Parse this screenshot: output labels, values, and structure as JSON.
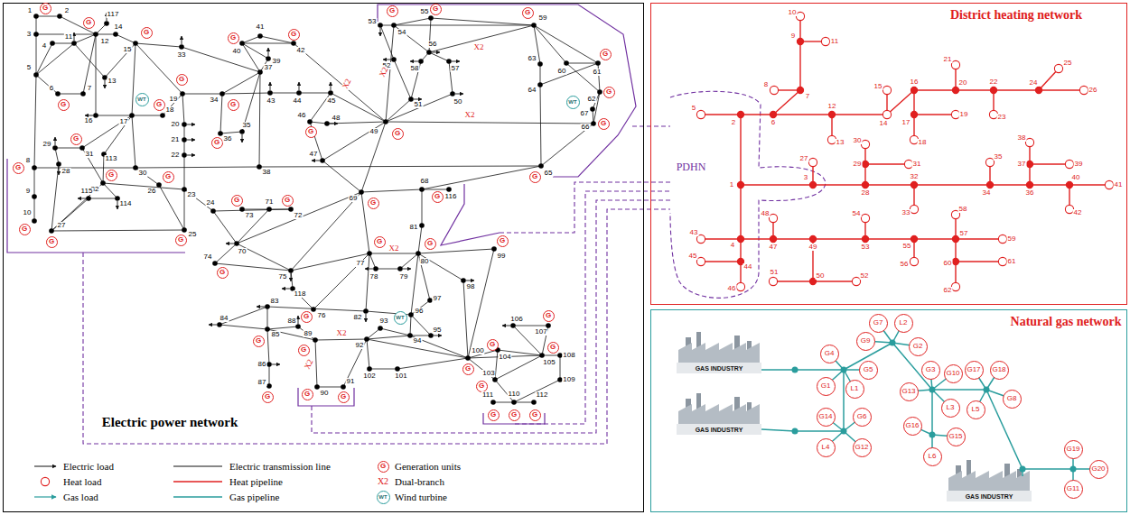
{
  "diagram": {
    "nodes": [
      {
        "text": [
          "Electric power network"
        ]
      },
      {
        "text": [
          "District heating network"
        ]
      },
      {
        "text": [
          "Natural gas network"
        ]
      },
      {
        "text": [
          "G"
        ],
        "in": 0
      },
      {
        "text": [
          "G"
        ],
        "in": 0
      },
      {
        "text": [
          "G"
        ],
        "in": 0
      },
      {
        "text": [
          "G"
        ],
        "in": 0
      },
      {
        "text": [
          "G"
        ],
        "in": 0
      },
      {
        "text": [
          "G"
        ],
        "in": 0
      },
      {
        "text": [
          "G"
        ],
        "in": 0
      },
      {
        "text": [
          "G"
        ],
        "in": 0
      },
      {
        "text": [
          "G"
        ],
        "in": 0
      },
      {
        "text": [
          "G"
        ],
        "in": 0
      },
      {
        "text": [
          "G"
        ],
        "in": 0
      },
      {
        "text": [
          "G"
        ],
        "in": 0
      },
      {
        "text": [
          "G"
        ],
        "in": 0
      },
      {
        "text": [
          "G"
        ],
        "in": 0
      },
      {
        "text": [
          "G"
        ],
        "in": 0
      },
      {
        "text": [
          "G"
        ],
        "in": 0
      },
      {
        "text": [
          "G"
        ],
        "in": 0
      },
      {
        "text": [
          "G"
        ],
        "in": 0
      },
      {
        "text": [
          "G"
        ],
        "in": 0
      },
      {
        "text": [
          "G"
        ],
        "in": 0
      },
      {
        "text": [
          "G"
        ],
        "in": 0
      },
      {
        "text": [
          "G"
        ],
        "in": 0
      },
      {
        "text": [
          "G"
        ],
        "in": 0
      },
      {
        "text": [
          "G"
        ],
        "in": 0
      },
      {
        "text": [
          "G"
        ],
        "in": 0
      },
      {
        "text": [
          "G"
        ],
        "in": 0
      },
      {
        "text": [
          "G"
        ],
        "in": 0
      },
      {
        "text": [
          "G"
        ],
        "in": 0
      },
      {
        "text": [
          "G"
        ],
        "in": 0
      },
      {
        "text": [
          "G"
        ],
        "in": 0
      },
      {
        "text": [
          "G"
        ],
        "in": 0
      },
      {
        "text": [
          "G"
        ],
        "in": 0
      },
      {
        "text": [
          "G"
        ],
        "in": 0
      },
      {
        "text": [
          "G"
        ],
        "in": 0
      },
      {
        "text": [
          "G"
        ],
        "in": 0
      },
      {
        "text": [
          "G"
        ],
        "in": 0
      },
      {
        "text": [
          "G"
        ],
        "in": 0
      },
      {
        "text": [
          "G"
        ],
        "in": 0
      },
      {
        "text": [
          "G"
        ],
        "in": 0
      },
      {
        "text": [
          "G"
        ],
        "in": 0
      },
      {
        "text": [
          "G"
        ],
        "in": 0
      },
      {
        "text": [
          "G"
        ],
        "in": 0
      },
      {
        "text": [
          "G"
        ],
        "in": 0
      },
      {
        "text": [
          "G"
        ],
        "in": 0
      },
      {
        "text": [
          "G"
        ],
        "in": 0
      },
      {
        "text": [
          "G"
        ],
        "in": 0
      },
      {
        "text": [
          "G"
        ],
        "in": 0
      },
      {
        "text": [
          "G"
        ],
        "in": 0
      },
      {
        "text": [
          "WT"
        ],
        "in": 0
      },
      {
        "text": [
          "WT"
        ],
        "in": 0
      },
      {
        "text": [
          "WT"
        ],
        "in": 0
      },
      {
        "text": [
          "G"
        ],
        "in": 0
      },
      {
        "text": [
          "WT"
        ],
        "in": 0
      },
      {
        "text": [
          "G7"
        ],
        "in": 2
      },
      {
        "text": [
          "L2"
        ],
        "in": 2
      },
      {
        "text": [
          "G9"
        ],
        "in": 2
      },
      {
        "text": [
          "G2"
        ],
        "in": 2
      },
      {
        "text": [
          "G4"
        ],
        "in": 2
      },
      {
        "text": [
          "G1"
        ],
        "in": 2
      },
      {
        "text": [
          "G5"
        ],
        "in": 2
      },
      {
        "text": [
          "L1"
        ],
        "in": 2
      },
      {
        "text": [
          "G3"
        ],
        "in": 2
      },
      {
        "text": [
          "G10"
        ],
        "in": 2
      },
      {
        "text": [
          "G13"
        ],
        "in": 2
      },
      {
        "text": [
          "L3"
        ],
        "in": 2
      },
      {
        "text": [
          "G17"
        ],
        "in": 2
      },
      {
        "text": [
          "G18"
        ],
        "in": 2
      },
      {
        "text": [
          "G8"
        ],
        "in": 2
      },
      {
        "text": [
          "L5"
        ],
        "in": 2
      },
      {
        "text": [
          "G14"
        ],
        "in": 2
      },
      {
        "text": [
          "G6"
        ],
        "in": 2
      },
      {
        "text": [
          "G12"
        ],
        "in": 2
      },
      {
        "text": [
          "L4"
        ],
        "in": 2
      },
      {
        "text": [
          "G16"
        ],
        "in": 2
      },
      {
        "text": [
          "G15"
        ],
        "in": 2
      },
      {
        "text": [
          "L6"
        ],
        "in": 2
      },
      {
        "text": [
          "G19"
        ],
        "in": 2
      },
      {
        "text": [
          "G20"
        ],
        "in": 2
      },
      {
        "text": [
          "G11"
        ],
        "in": 2
      }
    ],
    "labels": [
      "1",
      "2",
      "3",
      "4",
      "5",
      "6",
      "7",
      "8",
      "9",
      "10",
      "11",
      "12",
      "13",
      "14",
      "15",
      "16",
      "17",
      "18",
      "19",
      "20",
      "21",
      "22",
      "23",
      "24",
      "25",
      "26",
      "27",
      "28",
      "29",
      "30",
      "31",
      "32",
      "33",
      "34",
      "35",
      "36",
      "37",
      "38",
      "39",
      "40",
      "41",
      "42",
      "43",
      "44",
      "45",
      "46",
      "47",
      "48",
      "49",
      "50",
      "51",
      "52",
      "53",
      "54",
      "55",
      "56",
      "57",
      "58",
      "59",
      "60",
      "61",
      "62",
      "63",
      "64",
      "65",
      "66",
      "67",
      "68",
      "69",
      "70",
      "71",
      "72",
      "73",
      "74",
      "75",
      "76",
      "77",
      "78",
      "79",
      "80",
      "81",
      "82",
      "83",
      "84",
      "85",
      "86",
      "87",
      "88",
      "89",
      "90",
      "91",
      "92",
      "93",
      "94",
      "95",
      "96",
      "97",
      "98",
      "99",
      "100",
      "101",
      "102",
      "103",
      "104",
      "105",
      "106",
      "107",
      "108",
      "109",
      "110",
      "111",
      "112",
      "113",
      "114",
      "115",
      "116",
      "117",
      "118",
      "1",
      "2",
      "3",
      "4",
      "5",
      "6",
      "7",
      "8",
      "9",
      "10",
      "11",
      "12",
      "13",
      "14",
      "15",
      "16",
      "17",
      "18",
      "19",
      "20",
      "21",
      "22",
      "23",
      "24",
      "25",
      "26",
      "27",
      "28",
      "29",
      "30",
      "31",
      "32",
      "33",
      "34",
      "35",
      "36",
      "37",
      "38",
      "39",
      "40",
      "41",
      "42",
      "43",
      "44",
      "45",
      "46",
      "47",
      "48",
      "49",
      "50",
      "51",
      "52",
      "53",
      "54",
      "55",
      "56",
      "57",
      "58",
      "59",
      "60",
      "61",
      "62",
      "PDHN",
      "X2",
      "X2",
      "X2",
      "X2",
      "X2",
      "X2",
      "X2",
      "GAS INDUSTRY",
      "GAS INDUSTRY",
      "GAS INDUSTRY",
      "X2"
    ],
    "legend": [
      {
        "text": "Electric load"
      },
      {
        "text": "Electric transmission line"
      },
      {
        "text": "Generation units"
      },
      {
        "text": "Heat load"
      },
      {
        "text": "Heat pipeline"
      },
      {
        "text": "Dual-branch"
      },
      {
        "text": "Gas load"
      },
      {
        "text": "Gas pipeline"
      },
      {
        "text": "Wind turbine"
      }
    ]
  }
}
